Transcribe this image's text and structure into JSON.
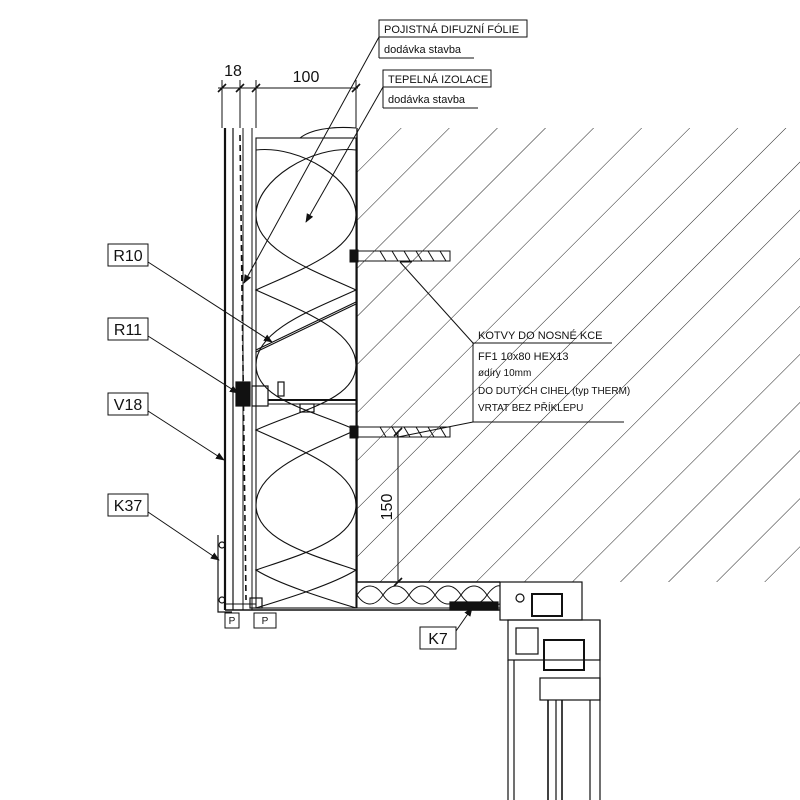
{
  "labels": {
    "foil_title": "POJISTNÁ DIFUZNÍ FÓLIE",
    "foil_sub": "dodávka stavba",
    "insul_title": "TEPELNÁ IZOLACE",
    "insul_sub": "dodávka stavba",
    "anchor_title": "KOTVY DO NOSNÉ KCE",
    "anchor_l1": "FF1 10x80 HEX13",
    "anchor_l2": "ødíry 10mm",
    "anchor_l3": "DO DUTÝCH CIHEL (typ THERM)",
    "anchor_l4": "VRTAT BEZ PŘÍKLEPU"
  },
  "parts": {
    "r10": "R10",
    "r11": "R11",
    "v18": "V18",
    "k37": "K37",
    "k7": "K7"
  },
  "dims": {
    "d18": "18",
    "d100": "100",
    "d150": "150"
  },
  "markers": {
    "p1": "P",
    "p2": "P"
  }
}
